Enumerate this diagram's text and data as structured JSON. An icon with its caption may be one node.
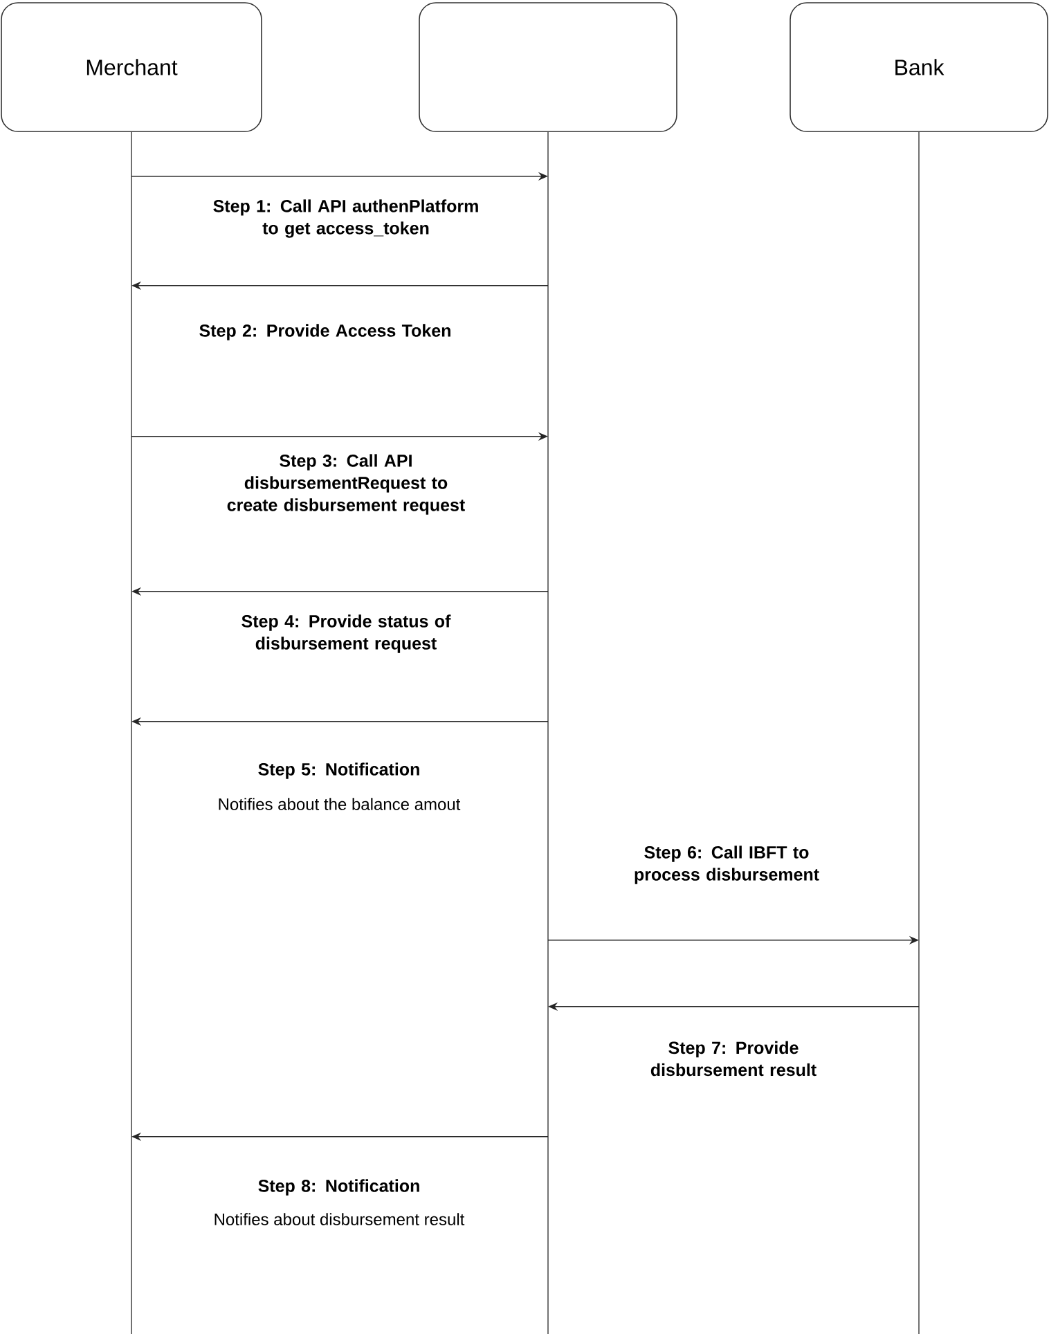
{
  "diagram": {
    "nodes": [
      {
        "text": [
          "Merchant"
        ]
      },
      {
        "text": [],
        "shape": "box"
      },
      {
        "text": [
          "Bank"
        ]
      }
    ],
    "edges": [
      {
        "from": 0,
        "to": 1,
        "arrow": "to",
        "label": "Step 1: Call API authenPlatform to get access_token"
      },
      {
        "from": 1,
        "to": 0,
        "arrow": "to",
        "label": "Step 2: Provide Access Token"
      },
      {
        "from": 0,
        "to": 1,
        "arrow": "to",
        "label": "Step 3:  Call API disbursementRequest to create disbursement request"
      },
      {
        "from": 1,
        "to": 0,
        "arrow": "to",
        "label": "Step 4: Provide status of disbursement  request"
      },
      {
        "from": 1,
        "to": 0,
        "arrow": "to",
        "label": "Step 5: Notification"
      },
      {
        "from": 1,
        "to": 2,
        "arrow": "to",
        "label": "Step 6: Call IBFT to process disbursement"
      },
      {
        "from": 2,
        "to": 1,
        "arrow": "to",
        "label": "Step 7: Provide disbursement result"
      },
      {
        "from": 1,
        "to": 0,
        "arrow": "to",
        "label": "Step 8: Notification"
      }
    ],
    "labels": [
      "Notifies about the balance amout",
      "Notifies about disbursement result"
    ]
  }
}
